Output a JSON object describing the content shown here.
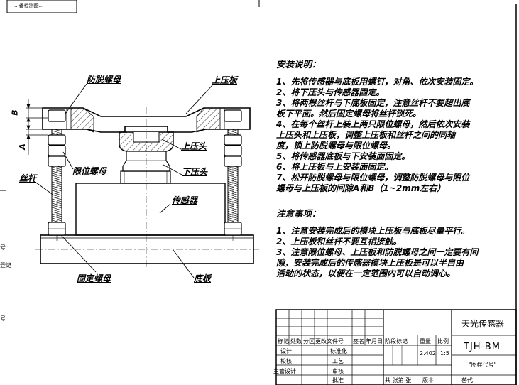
{
  "corner_stamp": "...备检测图...",
  "diagram": {
    "labels": {
      "anti_loose_nut": "防脱螺母",
      "upper_plate": "上压板",
      "dim_b": "B",
      "dim_a": "A",
      "upper_head": "上压头",
      "limit_nut": "限位螺母",
      "lower_head": "下压头",
      "screw_rod": "丝杆",
      "sensor": "传感器",
      "fixing_nut": "固定螺母",
      "base_plate": "底板"
    },
    "left_edge_fragments": [
      "号",
      "登记",
      "号"
    ]
  },
  "install": {
    "title": "安装说明：",
    "lines": [
      "1、先将传感器与底板用螺钉，对角、依次安装固定。",
      "2、将下压头与传感器固定。",
      "3、将两根丝杆与下底板固定，注意丝杆不要超出底",
      "    板下平面。然后固定螺母将丝杆锁死。",
      "4、在每个丝杆上装上两只限位螺母，然后依次安装",
      "    上压头和上压板，调整上压板和丝杆之间的同轴",
      "    度，锁上防脱螺母与限位螺母。",
      "5、将传感器底板与下安装面固定。",
      "6、将上压板与上安装面固定。",
      "7、松开防脱螺母与限位螺母，调整防脱螺母与限位",
      "    螺母与上压板的间隙A和B（1~2mm左右）"
    ]
  },
  "caution": {
    "title": "注意事项：",
    "lines": [
      "1、注意安装完成后的模块上压板与底板尽量平行。",
      "2、上压板和丝杆不要互相接触。",
      "3、注意限位螺母、上压板和防脱螺母之间一定要有间",
      "    隙，安装完成后的传感器模块上压板是可以半自由",
      "    活动的状态，以便在一定范围内可以自动调心。"
    ]
  },
  "title_block": {
    "product_name": "天光传感器",
    "drawing_no": "TJH-BM",
    "drawing_code_label": "\"图样代号\"",
    "header_cells": [
      "标记",
      "处数",
      "分区",
      "更改文件号",
      "签名",
      "年月日"
    ],
    "stage_header": [
      "阶段标记",
      "重量",
      "比例"
    ],
    "weight": "2.402",
    "scale": "1:5",
    "roles": [
      "设计",
      "校核",
      "主管设计"
    ],
    "mid_roles": [
      "标准化",
      "工艺",
      "审核",
      "批准"
    ],
    "sheet_info": "共 张第 张",
    "version_label": "版本",
    "replace_label": "替代"
  }
}
